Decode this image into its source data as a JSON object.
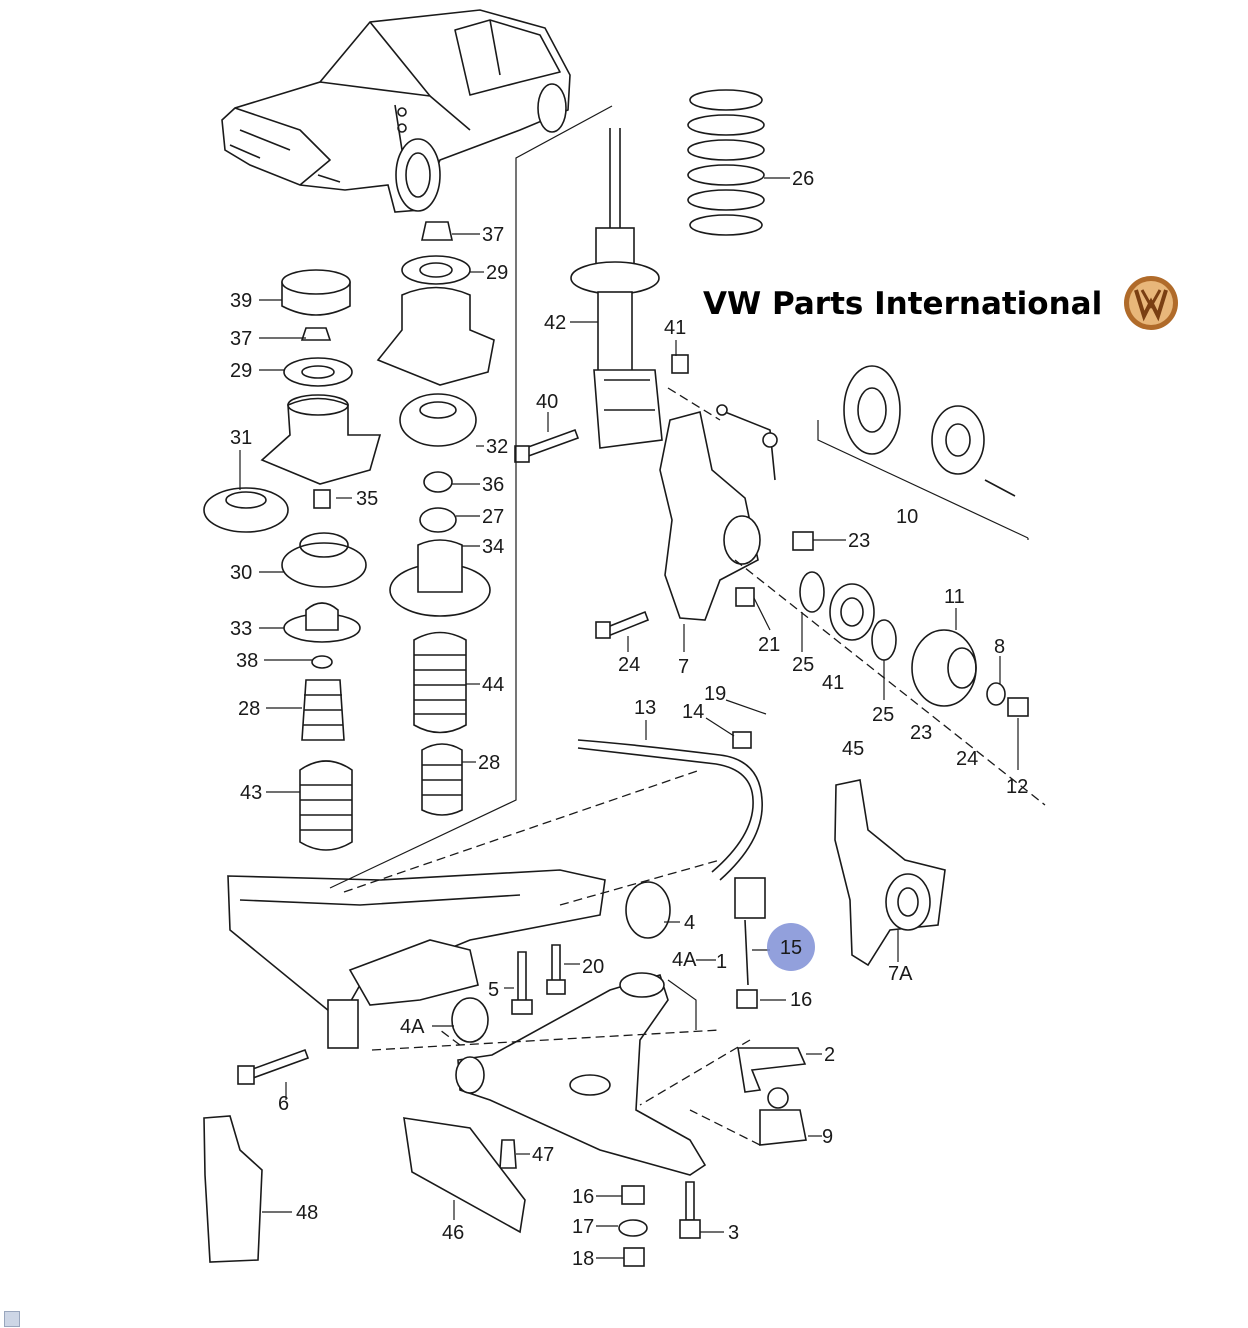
{
  "brand": {
    "text": "VW Parts International",
    "logo_icon": "vw-emblem-icon",
    "logo_color": "#b06b2a"
  },
  "highlight": {
    "label": "15",
    "color": "#7f8fd6"
  },
  "labels": {
    "l1": "1",
    "l2": "2",
    "l3": "3",
    "l4": "4",
    "l4a": "4A",
    "l4a_b": "4A",
    "l5": "5",
    "l6": "6",
    "l7": "7",
    "l7a": "7A",
    "l8": "8",
    "l9": "9",
    "l10": "10",
    "l11": "11",
    "l12": "12",
    "l13": "13",
    "l14": "14",
    "l16": "16",
    "l16b": "16",
    "l17": "17",
    "l18": "18",
    "l19": "19",
    "l20": "20",
    "l21": "21",
    "l23": "23",
    "l23b": "23",
    "l24": "24",
    "l24b": "24",
    "l25": "25",
    "l25b": "25",
    "l26": "26",
    "l27": "27",
    "l28": "28",
    "l28b": "28",
    "l29": "29",
    "l29b": "29",
    "l30": "30",
    "l31": "31",
    "l32": "32",
    "l33": "33",
    "l34": "34",
    "l35": "35",
    "l36": "36",
    "l37": "37",
    "l37b": "37",
    "l38": "38",
    "l39": "39",
    "l40": "40",
    "l41": "41",
    "l41b": "41",
    "l42": "42",
    "l43": "43",
    "l44": "44",
    "l45": "45",
    "l46": "46",
    "l47": "47",
    "l48": "48"
  }
}
